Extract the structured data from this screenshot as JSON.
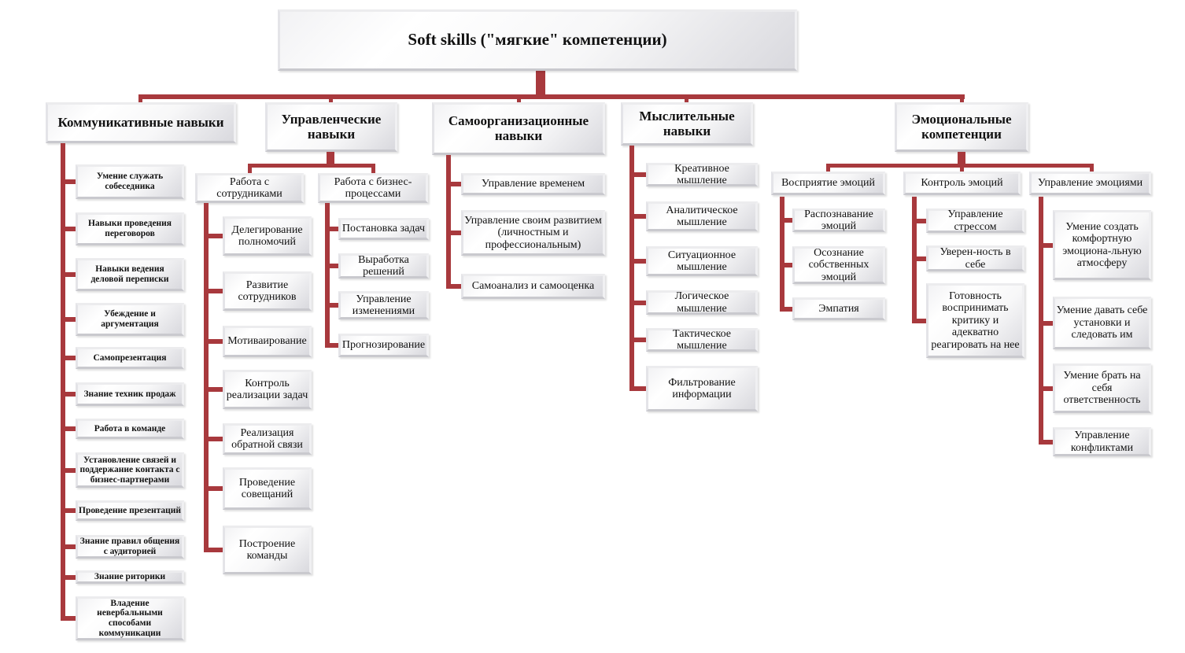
{
  "title": "Soft skills (\"мягкие\" компетенции)",
  "line_color": "#a8393d",
  "groups": [
    {
      "label": "Коммуникативные навыки",
      "items": [
        "Умение служать собеседника",
        "Навыки проведения переговоров",
        "Навыки ведения деловой переписки",
        "Убеждение и аргументация",
        "Самопрезентация",
        "Знание техник продаж",
        "Работа в команде",
        "Установление связей и поддержание контакта с бизнес-партнерами",
        "Проведение презентаций",
        "Знание правил общения с аудиторией",
        "Знание риторики",
        "Владение невербальными способами коммуникации"
      ]
    },
    {
      "label": "Управленческие навыки",
      "subgroups": [
        {
          "label": "Работа с сотрудниками",
          "items": [
            "Делегирование полномочий",
            "Развитие сотрудников",
            "Мотиваирование",
            "Контроль реализации задач",
            "Реализация обратной связи",
            "Проведение совещаний",
            "Построение команды"
          ]
        },
        {
          "label": "Работа с бизнес-процессами",
          "items": [
            "Постановка задач",
            "Выработка решений",
            "Управление изменениями",
            "Прогнозирование"
          ]
        }
      ]
    },
    {
      "label": "Самоорганизационные навыки",
      "items": [
        "Управление временем",
        "Управление своим развитием (личностным и профессиональным)",
        "Самоанализ и самооценка"
      ]
    },
    {
      "label": "Мыслительные навыки",
      "items": [
        "Креативное мышление",
        "Аналитическое мышление",
        "Ситуационное мышление",
        "Логическое мышление",
        "Тактическое мышление",
        "Фильтрование информации"
      ]
    },
    {
      "label": "Эмоциональные компетенции",
      "subgroups": [
        {
          "label": "Восприятие эмоций",
          "items": [
            "Распознавание эмоций",
            "Осознание собственных эмоций",
            "Эмпатия"
          ]
        },
        {
          "label": "Контроль эмоций",
          "items": [
            "Управление стрессом",
            "Уверен-ность в себе",
            "Готовность воспринимать критику и адекватно реагировать на нее"
          ]
        },
        {
          "label": "Управление эмоциями",
          "items": [
            "Умение создать комфортную эмоциона-льную атмосферу",
            "Умение давать себе установки и следовать им",
            "Умение брать на себя ответственность",
            "Управление конфликтами"
          ]
        }
      ]
    }
  ]
}
